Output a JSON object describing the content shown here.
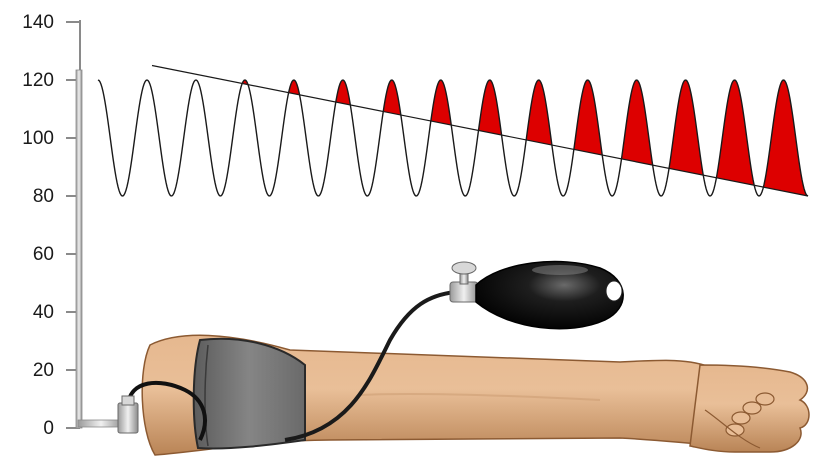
{
  "chart_data": {
    "type": "line",
    "yaxis": {
      "ticks": [
        "0",
        "20",
        "40",
        "60",
        "80",
        "100",
        "120",
        "140"
      ],
      "tick_values": [
        0,
        20,
        40,
        60,
        80,
        100,
        120,
        140
      ],
      "ylim": [
        0,
        140
      ]
    },
    "oscillation": {
      "peak": 120,
      "trough": 80,
      "cycles": 15
    },
    "cuff_pressure_line": {
      "start": 125,
      "end": 80
    },
    "colors": {
      "wave": "#1a1a1a",
      "highlight": "#dd0000",
      "axis": "#8a8a8a",
      "cuff": "#707070",
      "bulb": "#111111",
      "skin": "#e2b48c"
    }
  },
  "illustration": {
    "items": [
      "pressure-gauge-stand",
      "inflatable-cuff",
      "rubber-tube",
      "pump-bulb",
      "valve",
      "arm",
      "hand"
    ]
  }
}
